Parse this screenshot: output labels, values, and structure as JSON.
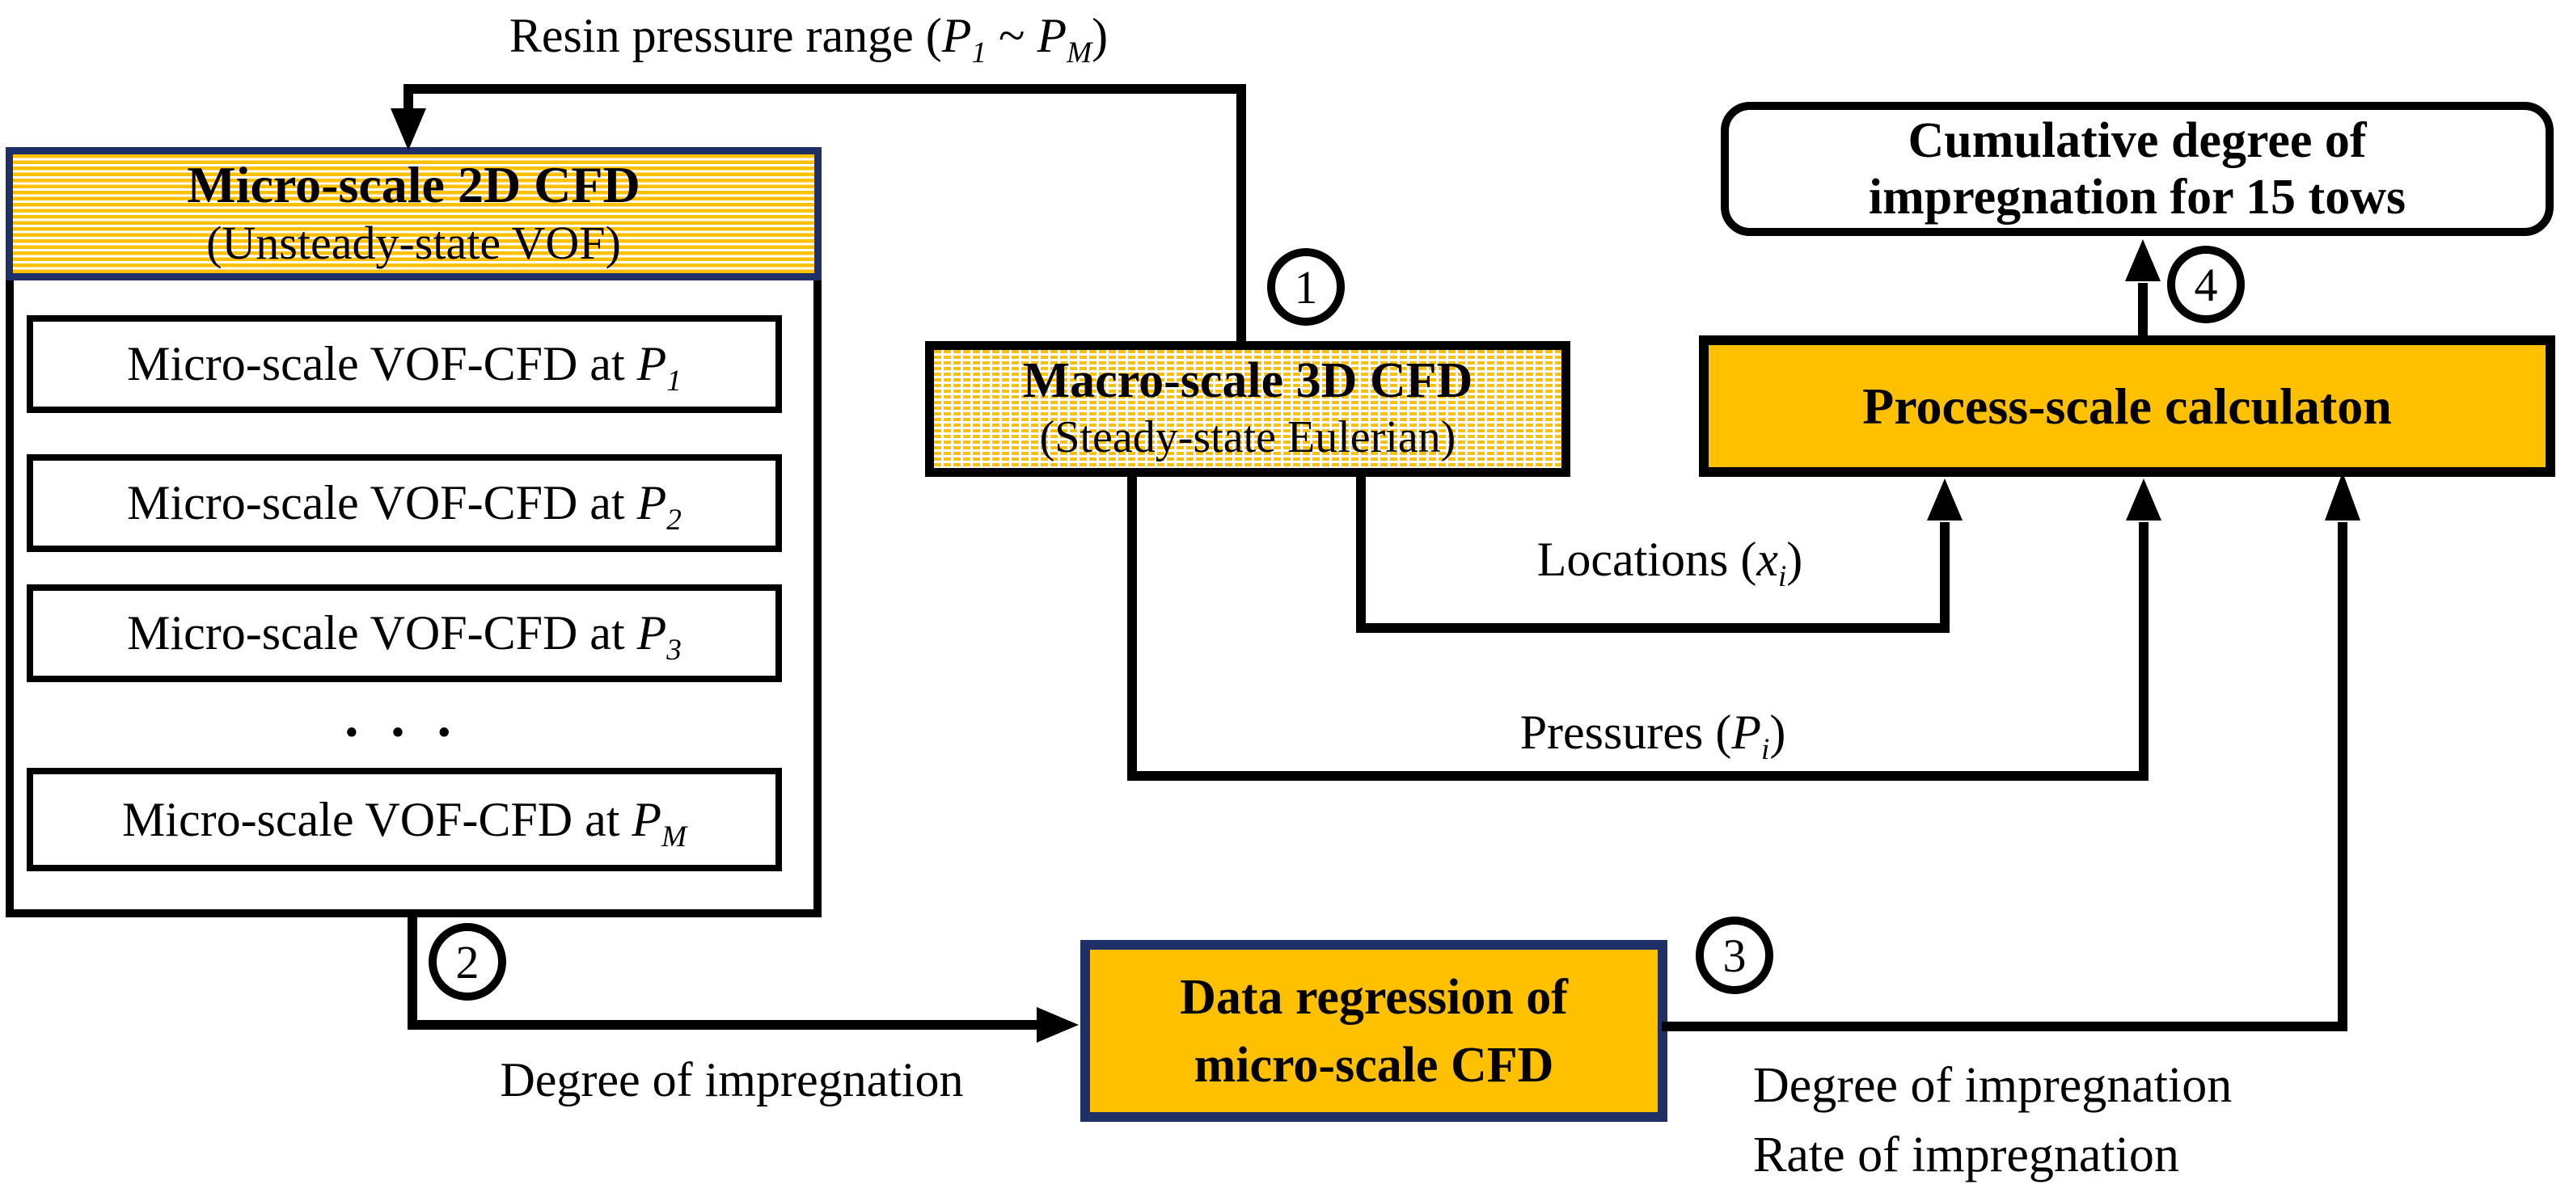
{
  "top_label": {
    "prefix": "Resin pressure range (",
    "var1": "P",
    "sub1": "1",
    "tilde": " ~ ",
    "var2": "P",
    "sub2": "M",
    "suffix": ")"
  },
  "micro_group": {
    "title": "Micro-scale 2D CFD",
    "subtitle": "(Unsteady-state VOF)",
    "items": [
      {
        "prefix": "Micro-scale VOF-CFD at ",
        "var": "P",
        "sub": "1"
      },
      {
        "prefix": "Micro-scale VOF-CFD at ",
        "var": "P",
        "sub": "2"
      },
      {
        "prefix": "Micro-scale VOF-CFD at ",
        "var": "P",
        "sub": "3"
      },
      {
        "prefix": "Micro-scale VOF-CFD at ",
        "var": "P",
        "sub": "M"
      }
    ],
    "ellipsis": "• • •"
  },
  "macro_box": {
    "title": "Macro-scale 3D CFD",
    "subtitle": "(Steady-state Eulerian)"
  },
  "process_box": {
    "title": "Process-scale calculaton"
  },
  "cumulative_box": {
    "line1": "Cumulative degree of",
    "line2": "impregnation for 15 tows"
  },
  "regression_box": {
    "line1": "Data regression of",
    "line2": "micro-scale CFD"
  },
  "edge_labels": {
    "locations": {
      "prefix": "Locations (",
      "var": "x",
      "sub": "i",
      "suffix": ")"
    },
    "pressures": {
      "prefix": "Pressures (",
      "var": "P",
      "sub": "i",
      "suffix": ")"
    },
    "degree": "Degree of impregnation",
    "out_line1": "Degree of impregnation",
    "out_line2": "Rate of impregnation"
  },
  "steps": {
    "s1": "1",
    "s2": "2",
    "s3": "3",
    "s4": "4"
  },
  "colors": {
    "gold": "#FFC000",
    "navy": "#1F2F68",
    "line": "#000000",
    "background": "#FFFFFF"
  }
}
